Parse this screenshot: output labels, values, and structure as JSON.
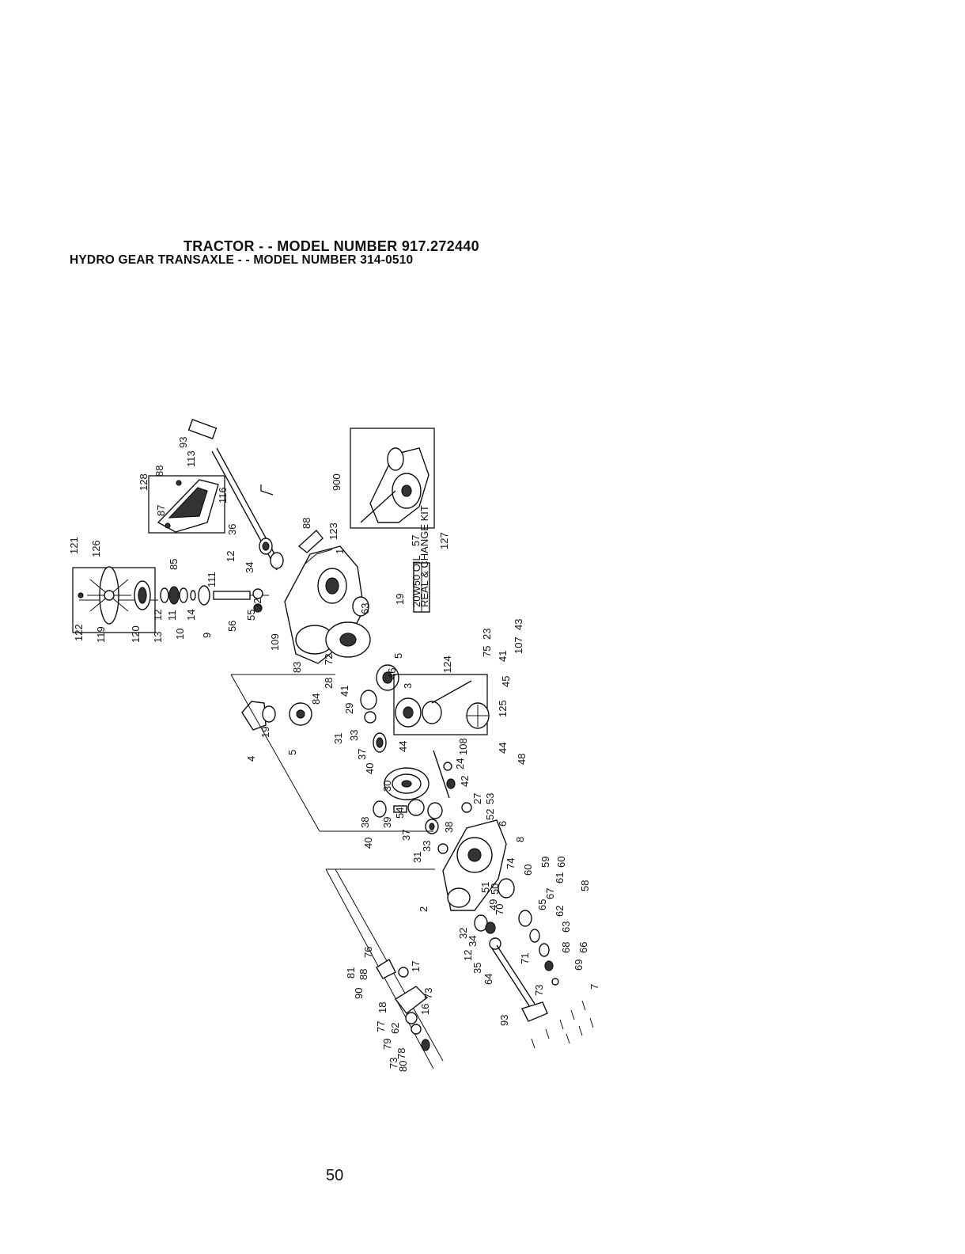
{
  "header": {
    "title": "TRACTOR - - MODEL NUMBER 917.272440",
    "subtitle": "HYDRO GEAR TRANSAXLE - - MODEL NUMBER 314-0510"
  },
  "oil_label": {
    "line1": "20W50 OIL",
    "line2": "REAL & CHANGE KIT"
  },
  "page_number": "50",
  "callouts": [
    "121",
    "126",
    "122",
    "119",
    "120",
    "12",
    "13",
    "11",
    "10",
    "14",
    "9",
    "111",
    "85",
    "56",
    "55",
    "12",
    "34",
    "32",
    "36",
    "128",
    "88",
    "113",
    "93",
    "87",
    "116",
    "88",
    "123",
    "1",
    "63",
    "19",
    "109",
    "83",
    "5",
    "28",
    "84",
    "72",
    "41",
    "29",
    "46",
    "3",
    "124",
    "23",
    "75",
    "43",
    "41",
    "107",
    "45",
    "125",
    "4",
    "19",
    "5",
    "31",
    "33",
    "37",
    "40",
    "44",
    "108",
    "44",
    "30",
    "24",
    "48",
    "42",
    "27",
    "53",
    "52",
    "6",
    "38",
    "39",
    "54",
    "37",
    "40",
    "38",
    "33",
    "31",
    "8",
    "74",
    "60",
    "59",
    "60",
    "61",
    "58",
    "2",
    "51",
    "50",
    "49",
    "65",
    "67",
    "62",
    "63",
    "70",
    "32",
    "34",
    "12",
    "35",
    "71",
    "68",
    "66",
    "64",
    "69",
    "73",
    "7",
    "93",
    "76",
    "81",
    "88",
    "90",
    "17",
    "18",
    "73",
    "16",
    "77",
    "62",
    "79",
    "78",
    "73",
    "80",
    "900",
    "57",
    "127"
  ]
}
